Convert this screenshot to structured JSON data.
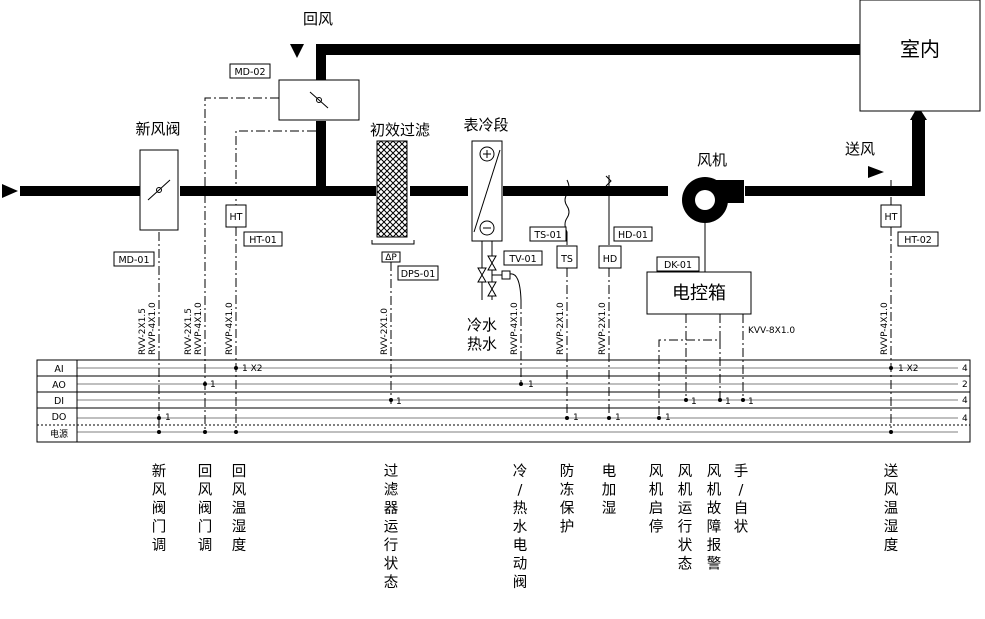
{
  "labels": {
    "return_air": "回风",
    "room": "室内",
    "fresh_damper": "新风阀",
    "pre_filter": "初效过滤",
    "cooling_coil": "表冷段",
    "fan": "风机",
    "supply_air": "送风",
    "control_box": "电控箱",
    "water": [
      "冷水",
      "热水"
    ]
  },
  "tags": {
    "md02": "MD-02",
    "md01": "MD-01",
    "ht01": "HT-01",
    "ht02": "HT-02",
    "dps01": "DPS-01",
    "ts01": "TS-01",
    "tv01": "TV-01",
    "hd01": "HD-01",
    "dk01": "DK-01",
    "ht_symbol": "HT",
    "ts_symbol": "TS",
    "hd_symbol": "HD",
    "dps_symbol": "ΔP"
  },
  "cables": [
    [
      "RVVP-4X1.0",
      "RVV-2X1.5"
    ],
    [
      "RVVP-4X1.0",
      "RVV-2X1.5"
    ],
    [
      "RVVP-4X1.0"
    ],
    [
      "RVV-2X1.0"
    ],
    [
      "RVVP-4X1.0"
    ],
    [
      "RVVP-2X1.0"
    ],
    [
      "RVVP-2X1.0"
    ],
    [
      "KVV-8X1.0"
    ],
    [
      "RVVP-4X1.0"
    ]
  ],
  "io_rows": [
    "AI",
    "AO",
    "DI",
    "DO",
    "电源"
  ],
  "io_counts": [
    "4",
    "2",
    "4",
    "4"
  ],
  "signals": {
    "ai_ht01": "1 X2",
    "ai_ht02": "1 X2",
    "one": "1"
  },
  "functions": [
    "新风阀门调",
    "回风阀门调",
    "回风温湿度",
    "过滤器运行状态",
    "冷/热水电动阀",
    "防冻保护",
    "电加湿",
    "风机启停",
    "风机运行状态",
    "风机故障报警",
    "手/自状",
    "送风温湿度"
  ]
}
